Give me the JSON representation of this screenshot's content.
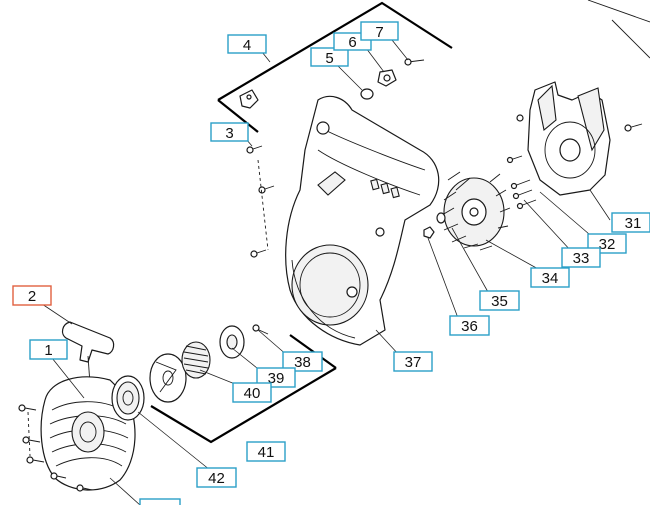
{
  "colors": {
    "callout_border": "#2aa0c8",
    "callout_border_highlight": "#e06040",
    "line": "#1a1a1a"
  },
  "callouts": [
    {
      "id": "1",
      "label": "1"
    },
    {
      "id": "2",
      "label": "2",
      "highlighted": true
    },
    {
      "id": "3",
      "label": "3"
    },
    {
      "id": "4",
      "label": "4"
    },
    {
      "id": "5",
      "label": "5"
    },
    {
      "id": "6",
      "label": "6"
    },
    {
      "id": "7",
      "label": "7"
    },
    {
      "id": "31",
      "label": "31"
    },
    {
      "id": "32",
      "label": "32"
    },
    {
      "id": "33",
      "label": "33"
    },
    {
      "id": "34",
      "label": "34"
    },
    {
      "id": "35",
      "label": "35"
    },
    {
      "id": "36",
      "label": "36"
    },
    {
      "id": "37",
      "label": "37"
    },
    {
      "id": "38",
      "label": "38"
    },
    {
      "id": "39",
      "label": "39"
    },
    {
      "id": "40",
      "label": "40"
    },
    {
      "id": "41",
      "label": "41"
    },
    {
      "id": "42",
      "label": "42"
    }
  ]
}
